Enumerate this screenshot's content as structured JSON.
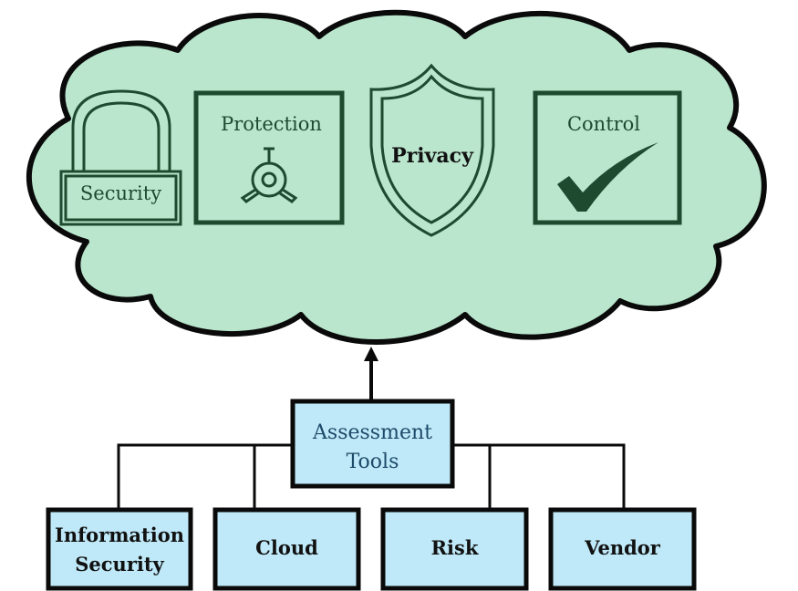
{
  "cloud": {
    "items": {
      "security": "Security",
      "protection": "Protection",
      "privacy": "Privacy",
      "control": "Control"
    }
  },
  "tools": {
    "root_line1": "Assessment",
    "root_line2": "Tools",
    "children": [
      {
        "line1": "Information",
        "line2": "Security"
      },
      {
        "line1": "Cloud",
        "line2": ""
      },
      {
        "line1": "Risk",
        "line2": ""
      },
      {
        "line1": "Vendor",
        "line2": ""
      }
    ]
  },
  "colors": {
    "cloud_fill": "#b9e6cc",
    "icon_stroke": "#1e4a30",
    "box_fill": "#bfe9f8",
    "outline": "#0a0a0a"
  }
}
